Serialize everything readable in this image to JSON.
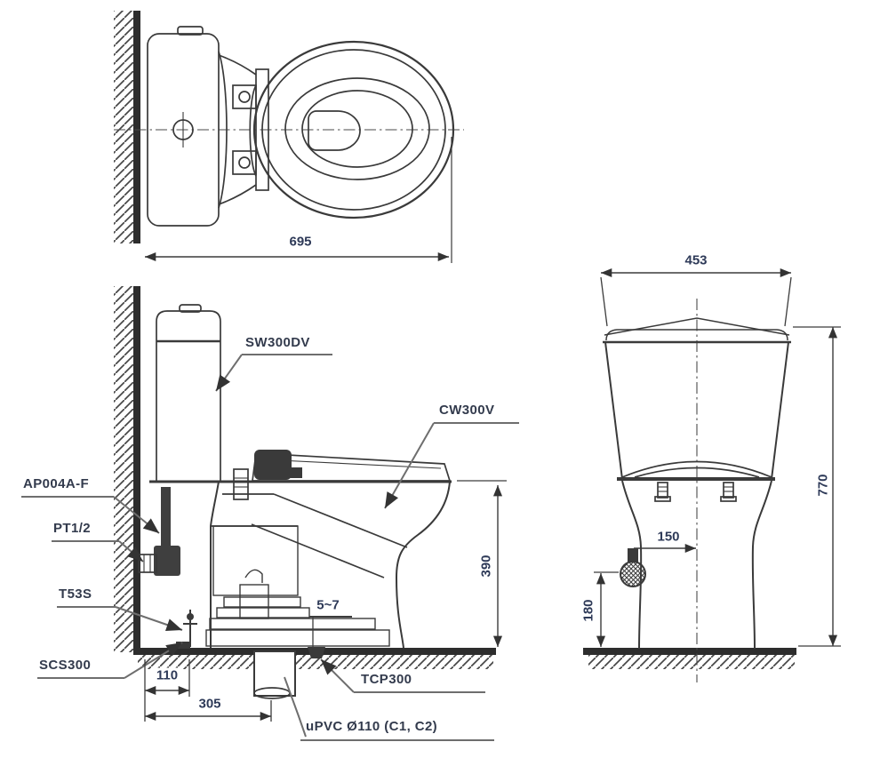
{
  "drawing": {
    "kind": "toilet installation dimension drawing",
    "product_labels": {
      "cistern": "SW300DV",
      "bowl": "CW300V",
      "angle_valve": "AP004A-F",
      "supply_thread": "PT1/2",
      "fixing_bolt": "T53S",
      "floor_screw": "SCS300",
      "flange": "TCP300",
      "drain_pipe": "uPVC Ø110 (C1, C2)"
    },
    "dimensions": {
      "overall_depth": "695",
      "overall_width": "453",
      "overall_height": "770",
      "bowl_height": "390",
      "flange_gap": "5~7",
      "bolt_offset": "110",
      "rough_in": "305",
      "supply_side_offset": "150",
      "supply_height": "180"
    },
    "colors": {
      "line": "#3a3a3a",
      "thick": "#2d2d2d",
      "leader": "#6e6e6e",
      "label_text": "#333b4d",
      "dimension_text": "#2e3a58",
      "background": "#ffffff"
    }
  }
}
